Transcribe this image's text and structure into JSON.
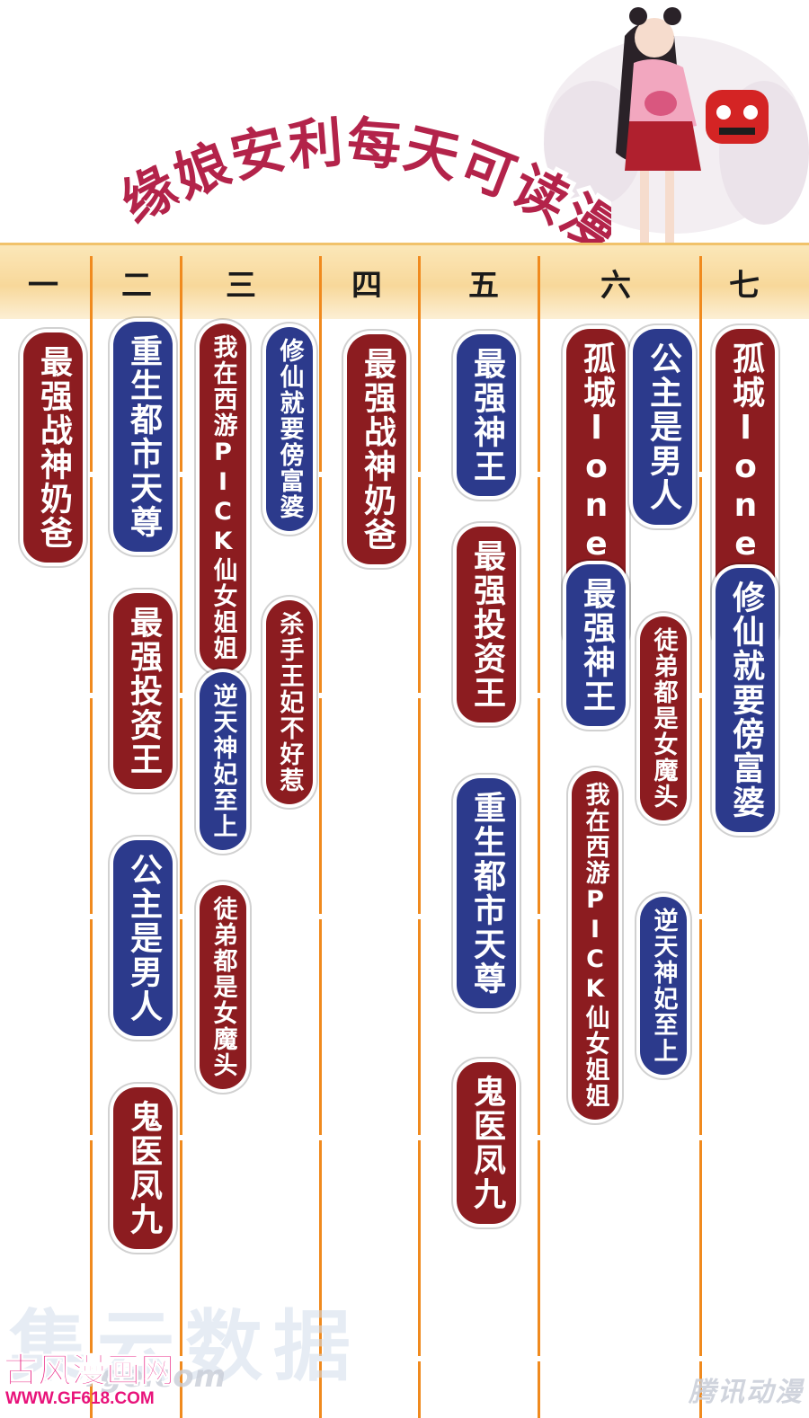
{
  "banner": {
    "title": "缘娘安利每天可读漫画"
  },
  "colors": {
    "red_pill": "#8c1c20",
    "blue_pill": "#2c3a8c",
    "divider": "#f08a1e",
    "header_band": "#f8d89a"
  },
  "days": [
    "一",
    "二",
    "三",
    "四",
    "五",
    "六",
    "七"
  ],
  "schedule": {
    "mon": [
      "最强战神奶爸"
    ],
    "tue": [
      "重生都市天尊",
      "最强投资王",
      "公主是男人",
      "鬼医凤九"
    ],
    "wed_left": [
      "我在西游PICK仙女姐姐",
      "逆天神妃至上",
      "徒弟都是女魔头"
    ],
    "wed_right": [
      "修仙就要傍富婆",
      "杀手王妃不好惹"
    ],
    "thu": [
      "最强战神奶爸"
    ],
    "fri": [
      "最强神王",
      "最强投资王",
      "重生都市天尊",
      "鬼医凤九"
    ],
    "sat_left": [
      "孤城lonely",
      "最强神王",
      "我在西游PICK仙女姐姐"
    ],
    "sat_right": [
      "公主是男人",
      "徒弟都是女魔头",
      "逆天神妃至上"
    ],
    "sun": [
      "孤城lonely",
      "修仙就要傍富婆"
    ]
  },
  "watermarks": {
    "big": "集云数据",
    "url": "rge.com",
    "logo": "古风漫画网",
    "logo_url": "WWW.GF618.COM",
    "right": "腾讯动漫"
  }
}
